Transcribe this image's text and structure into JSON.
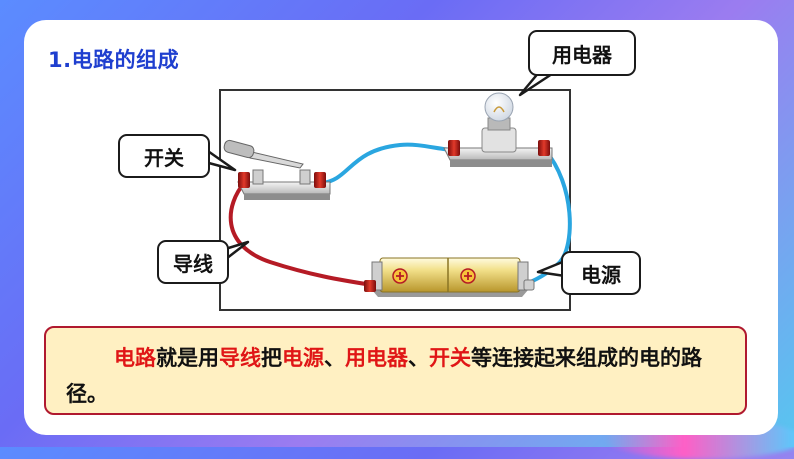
{
  "title": "1.电路的组成",
  "labels": {
    "switch": "开关",
    "appliance": "用电器",
    "wire": "导线",
    "power": "电源"
  },
  "definition": {
    "s1": "电路",
    "s2": "就是用",
    "s3": "导线",
    "s4": "把",
    "s5": "电源",
    "s6": "、",
    "s7": "用电器",
    "s8": "、",
    "s9": "开关",
    "s10": "等连接起来组成的电的路径。"
  },
  "colors": {
    "title": "#1f3fcf",
    "highlight": "#e01616",
    "wire_blue": "#2aa6e0",
    "wire_red": "#b51b25",
    "definition_bg": "#fff0c2"
  },
  "icons": [
    "bulb-icon",
    "switch-icon",
    "battery-icon"
  ]
}
